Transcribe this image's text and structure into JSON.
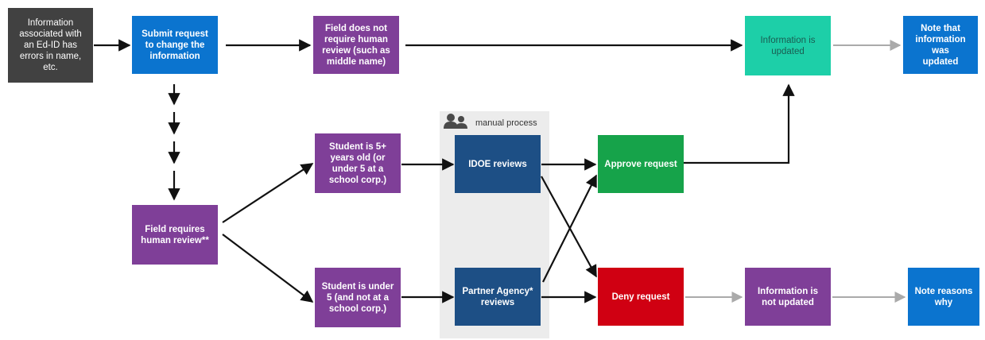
{
  "colors": {
    "dark": "#414141",
    "blue": "#0b74cf",
    "purple": "#7f3f98",
    "teal": "#1dcfa8",
    "navy": "#1d4f85",
    "green": "#16a34a",
    "red": "#d00012",
    "arrow": "#111111",
    "arrow_gray": "#aaaaaa",
    "lane": "#ececec"
  },
  "lane": {
    "label": "manual process",
    "icon": "people-icon"
  },
  "nodes": {
    "start": "Information associated with\nan Ed-ID has\nerrors in name,\netc.",
    "submit": "Submit request\nto change the\ninformation",
    "no_review": "Field does not\nrequire human\nreview (such as\nmiddle name)",
    "updated": "Information is\nupdated",
    "note_updated": "Note that\ninformation was\nupdated",
    "requires_review": "Field requires\nhuman review**",
    "student_5plus": "Student is 5+\nyears old (or\nunder 5 at a\nschool corp.)",
    "student_under5": "Student is under\n5 (and not at a\nschool corp.)",
    "idoe": "IDOE reviews",
    "partner": "Partner Agency*\nreviews",
    "approve": "Approve request",
    "deny": "Deny request",
    "not_updated": "Information is\nnot updated",
    "note_reasons": "Note reasons\nwhy"
  }
}
